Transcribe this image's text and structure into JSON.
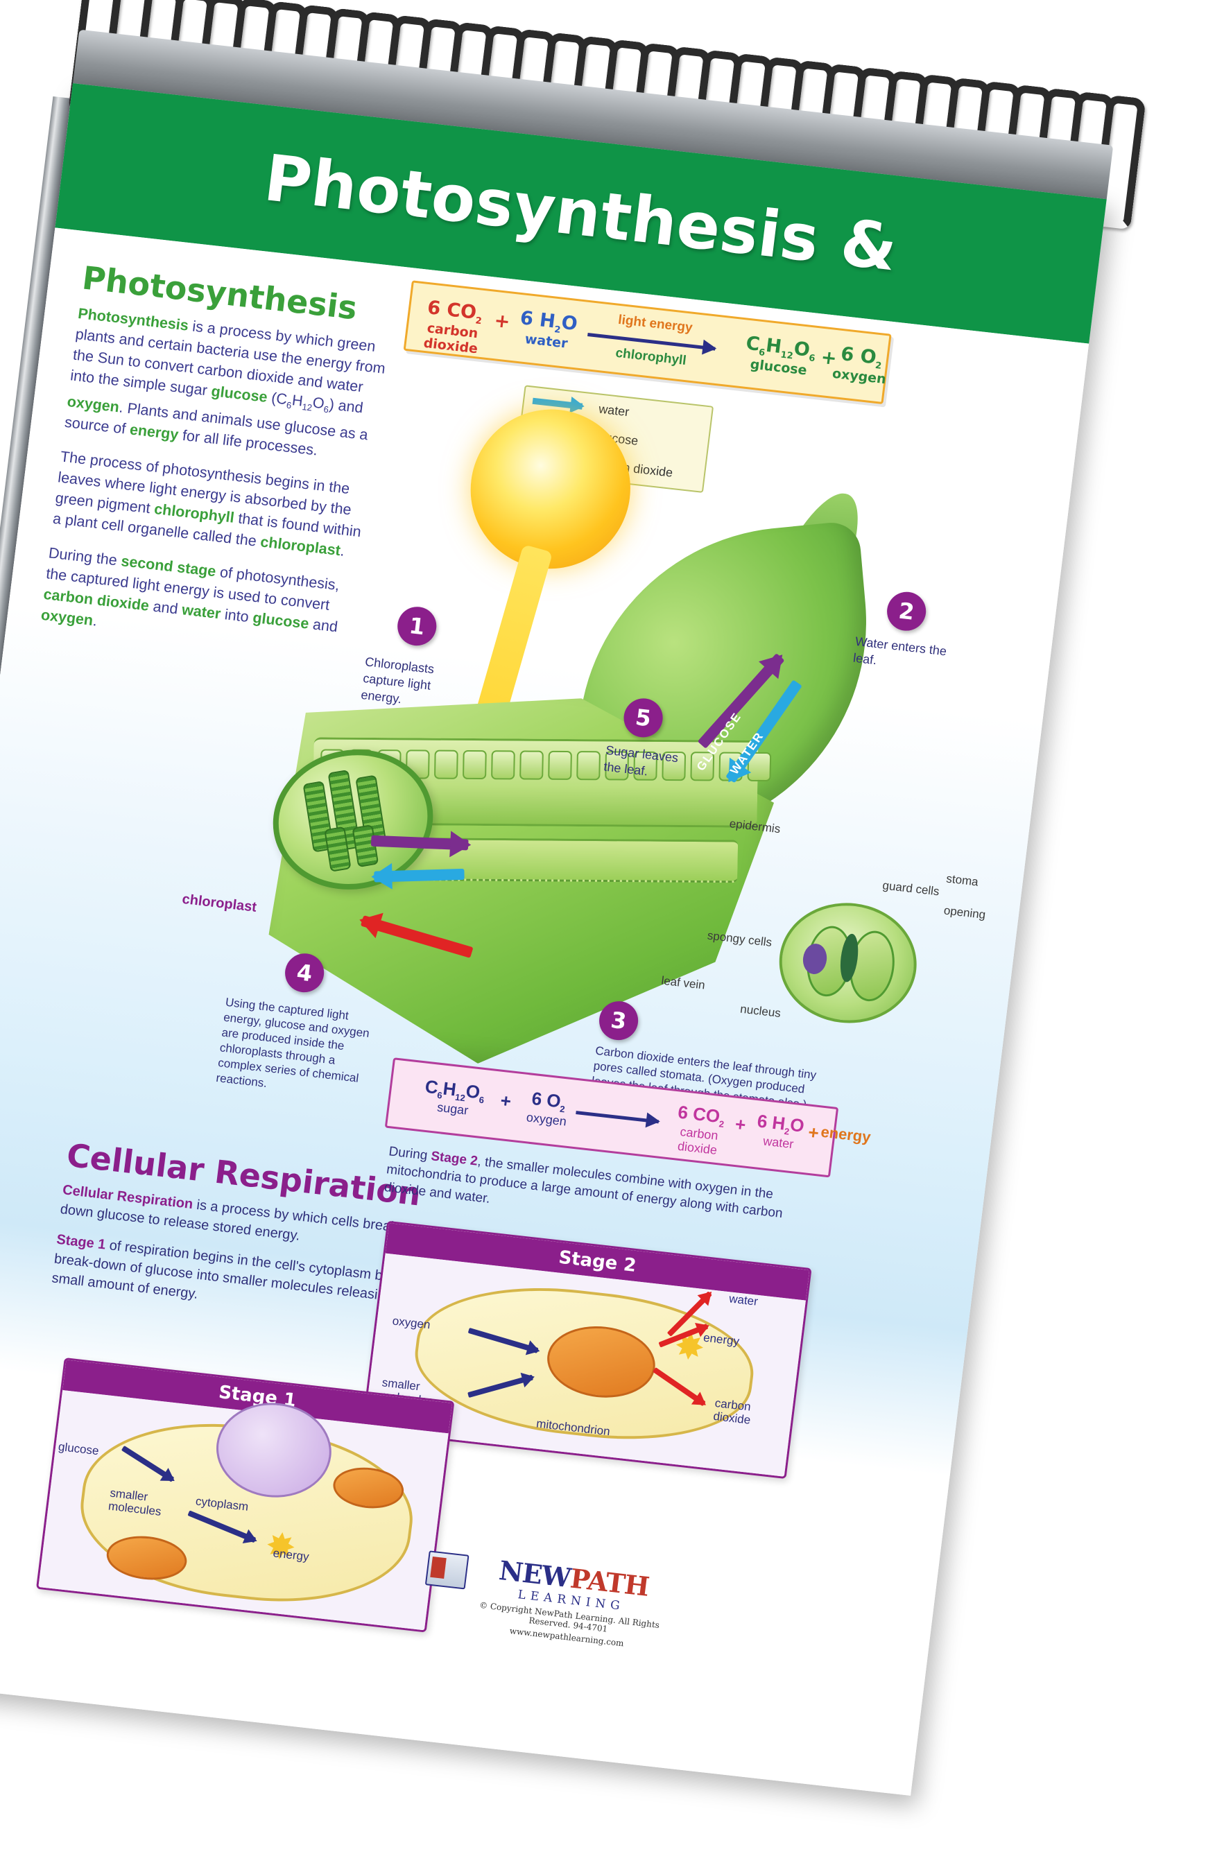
{
  "poster": {
    "title": "Photosynthesis & Respiration",
    "brand_green": "#0f9447",
    "accent_purple": "#8b1f8b",
    "accent_orange": "#f0a92b"
  },
  "photosynthesis": {
    "heading": "Photosynthesis",
    "paragraphs": [
      {
        "lead": "Photosynthesis",
        "text_1": " is a process by which green plants and certain bacteria use the energy from the Sun to convert carbon dioxide and water into the simple sugar ",
        "kw_1": "glucose",
        "text_2": " (C6H12O6) and ",
        "kw_2": "oxygen",
        "text_3": ". Plants and animals use glucose as a source of ",
        "kw_3": "energy",
        "text_4": " for all life processes."
      },
      {
        "text_1": "The process of photosynthesis begins in the leaves where light energy is absorbed by the green pigment ",
        "kw_1": "chlorophyll",
        "text_2": " that is found within a plant cell organelle called the ",
        "kw_2": "chloroplast",
        "text_3": "."
      },
      {
        "text_1": "During the ",
        "kw_1": "second stage",
        "text_2": " of photosynthesis, the captured light energy is used to convert ",
        "kw_2": "carbon dioxide",
        "text_3": " and ",
        "kw_3": "water",
        "text_4": " into ",
        "kw_4": "glucose",
        "text_5": " and ",
        "kw_5": "oxygen",
        "text_6": "."
      }
    ]
  },
  "photo_equation": {
    "reactant_1_formula": "6 CO2",
    "reactant_1_name_line1": "carbon",
    "reactant_1_name_line2": "dioxide",
    "plus_1": "+",
    "reactant_2_formula": "6 H2O",
    "reactant_2_name": "water",
    "arrow_above": "light energy",
    "arrow_below": "chlorophyll",
    "product_1_formula": "C6H12O6",
    "product_1_name": "glucose",
    "plus_2": "+",
    "product_2_formula": "6 O2",
    "product_2_name": "oxygen"
  },
  "legend": {
    "items": [
      {
        "label": "water",
        "color": "#29a9e1"
      },
      {
        "label": "glucose",
        "color": "#7b2d8e"
      },
      {
        "label": "carbon dioxide",
        "color": "#e02424"
      }
    ]
  },
  "numbered_steps": [
    {
      "number": "1",
      "text": "Chloroplasts capture light energy."
    },
    {
      "number": "2",
      "text": "Water enters the leaf."
    },
    {
      "number": "3",
      "text": "Carbon dioxide enters the leaf through tiny pores called stomata. (Oxygen produced leaves the leaf through the stomata also.)"
    },
    {
      "number": "4",
      "text": "Using the captured light energy, glucose and oxygen are produced inside the chloroplasts through a complex series of chemical reactions."
    },
    {
      "number": "5",
      "text": "Sugar leaves the leaf."
    }
  ],
  "diagram_labels": {
    "glucose_arrow": "GLUCOSE",
    "water_arrow": "WATER",
    "epidermis": "epidermis",
    "spongy_cells": "spongy cells",
    "leaf_vein": "leaf vein",
    "guard_cells": "guard cells",
    "stoma": "stoma",
    "opening": "opening",
    "nucleus": "nucleus",
    "chloroplast": "chloroplast"
  },
  "respiration_equation": {
    "reactant_1_formula": "C6H12O6",
    "reactant_1_name": "sugar",
    "plus_1": "+",
    "reactant_2_formula": "6 O2",
    "reactant_2_name": "oxygen",
    "product_1_formula": "6 CO2",
    "product_1_name_line1": "carbon",
    "product_1_name_line2": "dioxide",
    "plus_2": "+",
    "product_2_formula": "6 H2O",
    "product_2_name": "water",
    "plus_3": "+",
    "product_3_formula": "energy"
  },
  "cellular_respiration": {
    "heading": "Cellular Respiration",
    "lead": "Cellular Respiration",
    "intro_text": " is a process by which cells break down glucose to release stored energy.",
    "stage1_lead": "Stage 1",
    "stage1_text": " of respiration begins in the cell's cytoplasm by the break-down of glucose into smaller molecules releasing a small amount of energy.",
    "stage2_intro_a": "During ",
    "stage2_lead": "Stage 2",
    "stage2_intro_b": ", the smaller molecules combine with oxygen in the mitochondria to produce a large amount of energy along with carbon dioxide and water.",
    "stage1_title": "Stage 1",
    "stage2_title": "Stage 2",
    "stage1_labels": {
      "glucose": "glucose",
      "smaller_molecules_line1": "smaller",
      "smaller_molecules_line2": "molecules",
      "cytoplasm": "cytoplasm",
      "energy": "energy"
    },
    "stage2_labels": {
      "oxygen": "oxygen",
      "smaller_molecules_line1": "smaller",
      "smaller_molecules_line2": "molecules",
      "mitochondrion": "mitochondrion",
      "energy": "energy",
      "water": "water",
      "carbon_dioxide_line1": "carbon",
      "carbon_dioxide_line2": "dioxide"
    }
  },
  "logo": {
    "name_part1": "NEW",
    "name_part2": "PATH",
    "subtitle": "LEARNING",
    "copyright": "© Copyright NewPath Learning. All Rights Reserved. 94-4701",
    "website": "www.newpathlearning.com"
  }
}
